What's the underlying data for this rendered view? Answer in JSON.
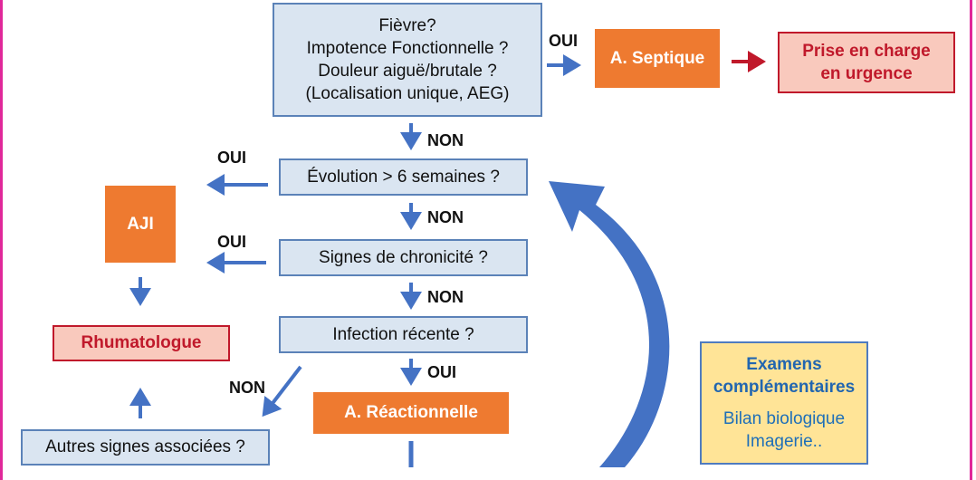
{
  "nodes": {
    "fever_question": {
      "lines": [
        "Fièvre?",
        "Impotence Fonctionnelle ?",
        "Douleur aiguë/brutale ?",
        "(Localisation unique, AEG)"
      ]
    },
    "septic": {
      "label": "A. Septique"
    },
    "urgent_care": {
      "lines": [
        "Prise en charge",
        "en urgence"
      ]
    },
    "evolution_question": {
      "label": "Évolution > 6 semaines ?"
    },
    "chronicity_question": {
      "label": "Signes de chronicité ?"
    },
    "infection_question": {
      "label": "Infection récente ?"
    },
    "aji": {
      "label": "AJI"
    },
    "rheumatology": {
      "label": "Rhumatologue"
    },
    "reactive": {
      "label": "A. Réactionnelle"
    },
    "other_signs_question": {
      "label": "Autres signes associées ?"
    },
    "exams": {
      "lines": [
        "Examens",
        "complémentaires"
      ],
      "items": [
        "Bilan biologique",
        "Imagerie.."
      ]
    }
  },
  "edge_labels": {
    "fever_oui": "OUI",
    "fever_non": "NON",
    "evolution_oui": "OUI",
    "evolution_non": "NON",
    "chronicity_oui": "OUI",
    "chronicity_non": "NON",
    "infection_oui": "OUI",
    "infection_non": "NON"
  },
  "colors": {
    "frame": "#e0289a",
    "arrow_blue": "#4472c4",
    "arrow_red": "#c0192b",
    "orange": "#ee7a30",
    "question_fill": "#dae5f1",
    "red_fill": "#f9c9bd",
    "yellow_fill": "#ffe497"
  }
}
